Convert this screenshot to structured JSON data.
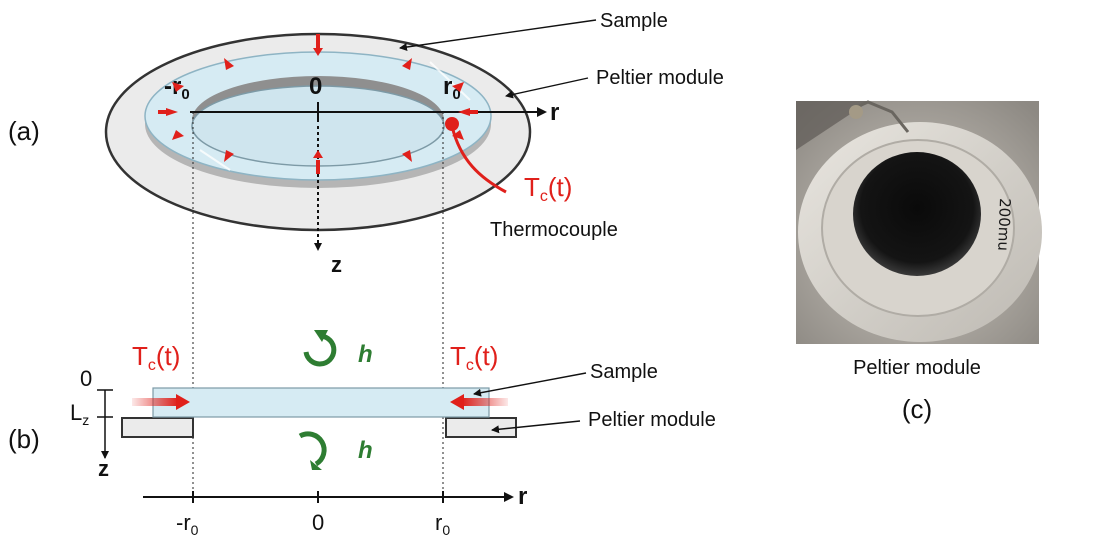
{
  "panel_labels": {
    "a": "(a)",
    "b": "(b)",
    "c": "(c)"
  },
  "panel_a": {
    "sample_label": "Sample",
    "peltier_label": "Peltier module",
    "r_neg": "-r",
    "r_neg_sub": "0",
    "zero": "0",
    "r_pos": "r",
    "r_pos_sub": "0",
    "r_axis": "r",
    "z_axis": "z",
    "temp_T": "T",
    "temp_sub": "c",
    "temp_arg": "(t)",
    "thermocouple": "Thermocouple"
  },
  "panel_b": {
    "temp_left_T": "T",
    "temp_left_sub": "c",
    "temp_left_arg": "(t)",
    "temp_right_T": "T",
    "temp_right_sub": "c",
    "temp_right_arg": "(t)",
    "h_top": "h",
    "h_bottom": "h",
    "sample_label": "Sample",
    "peltier_label": "Peltier module",
    "z_zero": "0",
    "lz": "L",
    "lz_sub": "z",
    "z_axis": "z",
    "r_axis": "r",
    "tick_neg": "-r",
    "tick_neg_sub": "0",
    "tick_zero": "0",
    "tick_pos": "r",
    "tick_pos_sub": "0"
  },
  "panel_c": {
    "caption": "Peltier module",
    "photo_handwriting": "200mu"
  },
  "colors": {
    "red": "#e0201b",
    "green": "#2e7d32",
    "sample_fill": "#d6ebf3",
    "peltier_fill": "#ebebeb",
    "outline": "#333333"
  }
}
